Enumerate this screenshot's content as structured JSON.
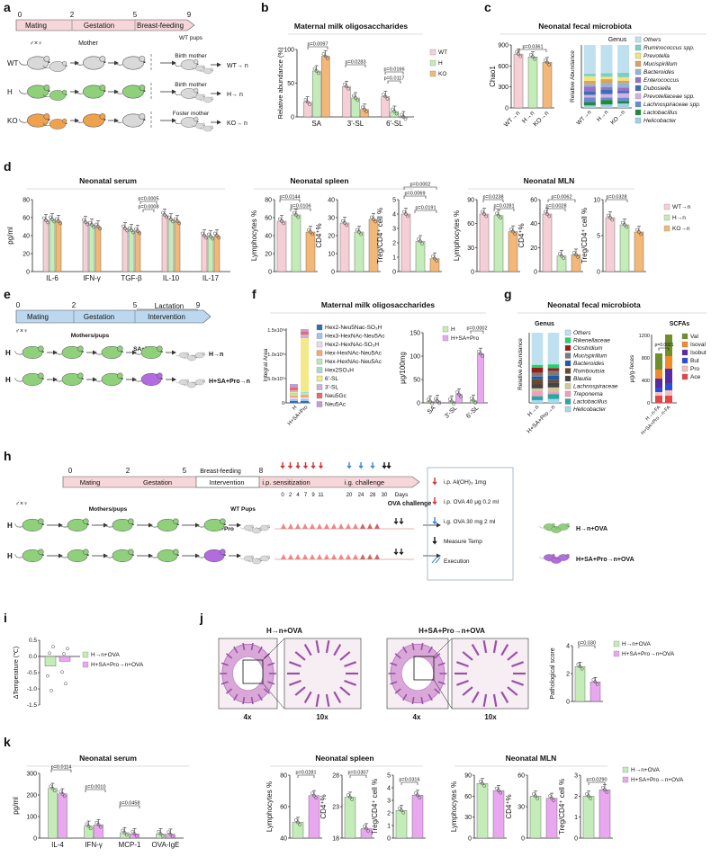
{
  "colors": {
    "pink": "#f6cfd6",
    "green": "#c4ecb8",
    "orange": "#f3b877",
    "purple": "#e8a7ef",
    "blue_bar": "#bcd8ee",
    "red": "#d42f2f",
    "blue": "#3d86d9",
    "mouse_gray": "#d9d9d9",
    "mouse_green": "#8fd17a",
    "mouse_purple": "#b36be0",
    "mouse_orange": "#f0a14b"
  },
  "panels": {
    "a": {
      "letter": "a",
      "timeline": {
        "ticks": [
          "0",
          "2",
          "5",
          "9"
        ],
        "phases": [
          "Mating",
          "Gestation",
          "Breast-feeding"
        ],
        "end": "WT pups"
      },
      "cross": "♂×♀",
      "mother": "Mother",
      "rows": [
        {
          "label": "WT",
          "mother_text": "Birth mother",
          "result": "WT→ n"
        },
        {
          "label": "H",
          "mother_text": "Birth mother",
          "result": "H→ n"
        },
        {
          "label": "KO",
          "mother_text": "Foster mother",
          "result": "KO→ n"
        }
      ]
    },
    "e": {
      "letter": "e",
      "timeline": {
        "ticks": [
          "0",
          "2",
          "5",
          "9"
        ],
        "phases": [
          "Mating",
          "Gestation",
          "Intervention"
        ],
        "lactation": "Lactation"
      },
      "cross": "♂×♀",
      "mothers_pups": "Mothers/pups",
      "treatment": "SA+Pro",
      "rows": [
        {
          "label": "H",
          "result": "H→n"
        },
        {
          "label": "H",
          "result": "H+SA+Pro→n"
        }
      ]
    },
    "h": {
      "letter": "h",
      "timeline": {
        "ticks": [
          "0",
          "2",
          "5",
          "8"
        ],
        "phases": [
          "Mating",
          "Gestation",
          "Breast-feeding",
          "Intervention",
          "i.p. sensitization",
          "i.g. challenge"
        ],
        "sens_days": [
          "0",
          "2",
          "4",
          "7",
          "9",
          "11"
        ],
        "chal_days": [
          "20",
          "24",
          "28",
          "30"
        ],
        "days_label": "Days",
        "ova_label": "OVA challenge"
      },
      "cross": "♂×♀",
      "mothers_pups": "Mothers/pups",
      "wt_pups": "WT Pups",
      "treatment": "SA+Pro",
      "rows": [
        {
          "label": "H",
          "result": "H→n+OVA"
        },
        {
          "label": "H",
          "result": "H+SA+Pro→n+OVA"
        }
      ],
      "legend": [
        "i.p. Al(OH)₃ 1mg",
        "i.p. OVA 40 μg 0.2 ml",
        "i.g. OVA 30 mg 2 ml",
        "Measure Temp",
        "Execution"
      ]
    },
    "j": {
      "letter": "j",
      "groups": [
        "H→n+OVA",
        "H+SA+Pro→n+OVA"
      ],
      "mags": [
        "4x",
        "10x"
      ]
    }
  },
  "chart_data": [
    {
      "id": "b",
      "type": "bar",
      "title": "Maternal milk oligosaccharides",
      "ylabel": "Relative abundance (%)",
      "ylim": [
        0,
        100
      ],
      "yticks": [
        0,
        50,
        100
      ],
      "categories": [
        "SA",
        "3'-SL",
        "6'-SL"
      ],
      "series": [
        {
          "name": "WT",
          "values": [
            22,
            45,
            30
          ]
        },
        {
          "name": "H",
          "values": [
            68,
            28,
            8
          ]
        },
        {
          "name": "KO",
          "values": [
            90,
            11,
            0
          ]
        }
      ],
      "pvals": [
        "p=0.0097",
        "p=0.0283",
        "p=0.0166",
        "p=0.0117"
      ]
    },
    {
      "id": "c1",
      "type": "bar",
      "title": "Neonatal fecal microbiota",
      "ylabel": "Chao1",
      "ylim": [
        0,
        900
      ],
      "yticks": [
        0,
        300,
        600,
        900
      ],
      "categories": [
        "WT→n",
        "H→n",
        "KO→n"
      ],
      "values": [
        770,
        730,
        650
      ],
      "pvals": [
        "p=0.0361"
      ]
    },
    {
      "id": "c2",
      "type": "bar",
      "subtitle": "Genus",
      "ylabel": "Relative Abundance",
      "categories": [
        "WT→n",
        "H→n",
        "KO→n"
      ],
      "legend": [
        "Others",
        "Ruminococcus spp.",
        "Prevotella",
        "Mucispirillum",
        "Bacteroides",
        "Enterococcus",
        "Dubosiella",
        "Prevotellaceae spp.",
        "Lachnospiraceae spp.",
        "Lactobacillus",
        "Helicobacter"
      ]
    },
    {
      "id": "d1",
      "type": "bar",
      "title": "Neonatal serum",
      "ylabel": "pg/ml",
      "ylim": [
        0,
        80
      ],
      "yticks": [
        0,
        20,
        40,
        60,
        80
      ],
      "categories": [
        "IL-6",
        "IFN-γ",
        "TGF-β",
        "IL-10",
        "IL-17"
      ],
      "series": [
        {
          "name": "WT→n",
          "values": [
            57,
            55,
            48,
            63,
            40
          ]
        },
        {
          "name": "H→n",
          "values": [
            58,
            52,
            46,
            58,
            39
          ]
        },
        {
          "name": "KO→n",
          "values": [
            56,
            50,
            45,
            56,
            40
          ]
        }
      ],
      "pvals": [
        "p=0.0005",
        "p=0.0008"
      ]
    },
    {
      "id": "d2",
      "type": "bar",
      "title": "Neonatal spleen",
      "ylabel": "Lymphocytes %",
      "ylim": [
        0,
        80
      ],
      "yticks": [
        0,
        20,
        40,
        60,
        80
      ],
      "categories": [
        "WT→n",
        "H→n",
        "KO→n"
      ],
      "values": [
        56,
        63,
        44
      ],
      "pvals": [
        "p=0.0144",
        "p=0.0106"
      ]
    },
    {
      "id": "d3",
      "type": "bar",
      "ylabel": "CD4⁺%",
      "ylim": [
        0,
        40
      ],
      "yticks": [
        0,
        10,
        20,
        30,
        40
      ],
      "categories": [
        "WT→n",
        "H→n",
        "KO→n"
      ],
      "values": [
        27,
        22,
        29
      ]
    },
    {
      "id": "d4",
      "type": "bar",
      "ylabel": "Treg/CD4⁺ cell %",
      "ylim": [
        0,
        5
      ],
      "yticks": [
        0,
        1,
        2,
        3,
        4,
        5
      ],
      "categories": [
        "WT→n",
        "H→n",
        "KO→n"
      ],
      "values": [
        4.0,
        2.1,
        0.9
      ],
      "pvals": [
        "p=0.0002",
        "p=0.0069",
        "p=0.0191"
      ]
    },
    {
      "id": "d5",
      "type": "bar",
      "title": "Neonatal MLN",
      "ylabel": "Lymphocytes %",
      "ylim": [
        0,
        90
      ],
      "yticks": [
        0,
        30,
        60,
        90
      ],
      "categories": [
        "WT→n",
        "H→n",
        "KO→n"
      ],
      "values": [
        72,
        70,
        50
      ],
      "pvals": [
        "p=0.0238",
        "p=0.0281"
      ]
    },
    {
      "id": "d6",
      "type": "bar",
      "ylabel": "CD4⁺%",
      "ylim": [
        0,
        60
      ],
      "yticks": [
        0,
        20,
        40,
        60
      ],
      "categories": [
        "WT→n",
        "H→n",
        "KO→n"
      ],
      "values": [
        48,
        13,
        14
      ],
      "pvals": [
        "p=0.0062",
        "p=0.0028"
      ]
    },
    {
      "id": "d7",
      "type": "bar",
      "ylabel": "Treg/CD4⁺ cell %",
      "ylim": [
        0,
        10
      ],
      "yticks": [
        0,
        5,
        10
      ],
      "categories": [
        "WT→n",
        "H→n",
        "KO→n"
      ],
      "values": [
        7.5,
        6.5,
        5.5
      ],
      "pvals": [
        "p=0.0328"
      ],
      "legend": [
        "WT→n",
        "H→n",
        "KO→n"
      ]
    },
    {
      "id": "f1",
      "type": "bar",
      "title": "Maternal milk oligosaccharides",
      "ylabel": "Integral Area",
      "yticks": [
        "0",
        "5.0x10⁵",
        "1.0x10⁶",
        "1.5x10⁶"
      ],
      "categories": [
        "H",
        "H+SA+Pro"
      ],
      "legend": [
        "Hex2-Neu5Nac-SO₃H",
        "Hex3-HexNAc-Neu5Ac",
        "Hex2-HexNAc-SO₃H",
        "Hex-HexNAc-Neu5Ac",
        "Hex-HexNAc-Neu5Ac",
        "Hex2SO₃H",
        "6'-SL",
        "3'-SL",
        "Neu5Gc",
        "Neu5Ac"
      ]
    },
    {
      "id": "f2",
      "type": "bar",
      "ylabel": "μg/100mg",
      "ylim": [
        0,
        150
      ],
      "yticks": [
        0,
        50,
        100,
        150
      ],
      "categories": [
        "SA",
        "3'-SL",
        "6'-SL"
      ],
      "series": [
        {
          "name": "H",
          "values": [
            3,
            3,
            5
          ]
        },
        {
          "name": "H+SA+Pro",
          "values": [
            4,
            18,
            105
          ]
        }
      ],
      "pvals": [
        "p=0.0002"
      ]
    },
    {
      "id": "g1",
      "type": "bar",
      "title": "Neonatal fecal microbiota",
      "subtitle": "Genus",
      "ylabel": "Relative Abundance",
      "categories": [
        "H→n",
        "H+SA+Pro→n"
      ],
      "legend": [
        "Others",
        "Rikenellaceae",
        "Clostridium",
        "Mucispirillum",
        "Bacteroides",
        "Romboutsia",
        "Blautia",
        "Lachnospiraceae",
        "Treponema",
        "Lactobacillus",
        "Helicobacter"
      ]
    },
    {
      "id": "g2",
      "type": "bar",
      "subtitle": "SCFAs",
      "ylabel": "μg/g-feces",
      "yticks": [
        0,
        400,
        800,
        1200
      ],
      "categories": [
        "H→n-FA",
        "H+SA+Pro→n-FA"
      ],
      "legend": [
        "Val",
        "Isoval",
        "Isobut",
        "But",
        "Pro",
        "Ace"
      ],
      "pvals": [
        "p=0.0021"
      ]
    },
    {
      "id": "i",
      "type": "bar",
      "ylabel": "ΔTemperature (℃)",
      "ylim": [
        -1.5,
        0.5
      ],
      "yticks": [
        "0.5",
        "0.0",
        "-0.5",
        "-1.0",
        "-1.5"
      ],
      "categories": [
        "H→n+OVA",
        "H+SA+Pro→n+OVA"
      ],
      "values": [
        -0.3,
        -0.15
      ],
      "legend": [
        "H→n+OVA",
        "H+SA+Pro→n+OVA"
      ]
    },
    {
      "id": "j",
      "type": "bar",
      "ylabel": "Pathological score",
      "ylim": [
        0,
        4
      ],
      "yticks": [
        0,
        2,
        4
      ],
      "categories": [
        "H→n+OVA",
        "H+SA+Pro→n+OVA"
      ],
      "values": [
        2.5,
        1.4
      ],
      "pvals": [
        "p=0.030"
      ],
      "legend": [
        "H→n+OVA",
        "H+SA+Pro→n+OVA"
      ]
    },
    {
      "id": "k1",
      "type": "bar",
      "title": "Neonatal serum",
      "ylabel": "pg/ml",
      "ylim": [
        0,
        300
      ],
      "yticks": [
        0,
        100,
        200,
        300
      ],
      "categories": [
        "IL-4",
        "IFN-γ",
        "MCP-1",
        "OVA-IgE"
      ],
      "series": [
        {
          "name": "H→n+OVA",
          "values": [
            230,
            55,
            25,
            20
          ]
        },
        {
          "name": "H+SA+Pro→n+OVA",
          "values": [
            205,
            62,
            20,
            18
          ]
        }
      ],
      "pvals": [
        "p=0.0114",
        "p=0.0010",
        "p=0.0458"
      ]
    },
    {
      "id": "k2",
      "type": "bar",
      "title": "Neonatal spleen",
      "ylabel": "Lymphocytes %",
      "ylim": [
        40,
        80
      ],
      "yticks": [
        40,
        60,
        80
      ],
      "categories": [
        "H→n+OVA",
        "H+SA+Pro→n+OVA"
      ],
      "values": [
        50,
        67
      ],
      "pvals": [
        "p=0.0281"
      ]
    },
    {
      "id": "k3",
      "type": "bar",
      "ylabel": "CD4⁺%",
      "ylim": [
        18,
        28
      ],
      "yticks": [
        18,
        23,
        28
      ],
      "categories": [
        "H→n+OVA",
        "H+SA+Pro→n+OVA"
      ],
      "values": [
        24.5,
        19.5
      ],
      "pvals": [
        "p=0.0307"
      ]
    },
    {
      "id": "k4",
      "type": "bar",
      "ylabel": "Treg/CD4⁺ cell %",
      "ylim": [
        0,
        5
      ],
      "yticks": [
        0,
        1,
        2,
        3,
        4,
        5
      ],
      "categories": [
        "H→n+OVA",
        "H+SA+Pro→n+OVA"
      ],
      "values": [
        2.2,
        3.4
      ],
      "pvals": [
        "p=0.0316"
      ]
    },
    {
      "id": "k5",
      "type": "bar",
      "title": "Neonatal MLN",
      "ylabel": "Lymphocytes %",
      "ylim": [
        0,
        90
      ],
      "yticks": [
        0,
        30,
        60,
        90
      ],
      "categories": [
        "H→n+OVA",
        "H+SA+Pro→n+OVA"
      ],
      "values": [
        78,
        68
      ]
    },
    {
      "id": "k6",
      "type": "bar",
      "ylabel": "CD4⁺%",
      "ylim": [
        0,
        60
      ],
      "yticks": [
        0,
        30,
        60
      ],
      "categories": [
        "H→n+OVA",
        "H+SA+Pro→n+OVA"
      ],
      "values": [
        40,
        38
      ]
    },
    {
      "id": "k7",
      "type": "bar",
      "ylabel": "Treg/CD4⁺ cell %",
      "ylim": [
        0,
        3
      ],
      "yticks": [
        0,
        1,
        2,
        3
      ],
      "categories": [
        "H→n+OVA",
        "H+SA+Pro→n+OVA"
      ],
      "values": [
        2.0,
        2.3
      ],
      "pvals": [
        "p=0.0290"
      ],
      "legend": [
        "H→n+OVA",
        "H+SA+Pro→n+OVA"
      ]
    }
  ]
}
